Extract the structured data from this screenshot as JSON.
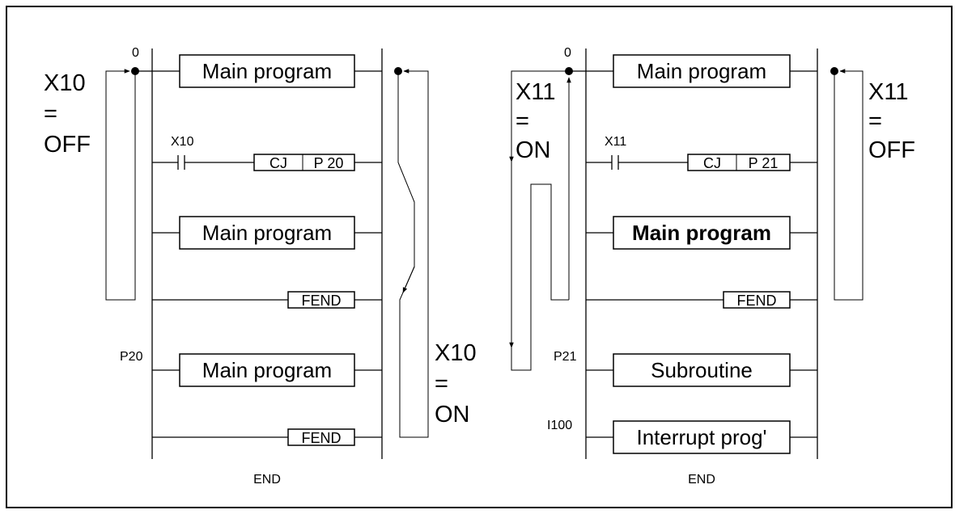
{
  "left": {
    "step_start": "0",
    "state_off": [
      "X10",
      "=",
      "OFF"
    ],
    "state_on": [
      "X10",
      "=",
      "ON"
    ],
    "contact": "X10",
    "cj_instr": "CJ",
    "cj_target": "P 20",
    "main_program": "Main program",
    "fend": "FEND",
    "pointer": "P20",
    "end": "END"
  },
  "right": {
    "step_start": "0",
    "state_on": [
      "X11",
      "=",
      "ON"
    ],
    "state_off": [
      "X11",
      "=",
      "OFF"
    ],
    "contact": "X11",
    "cj_instr": "CJ",
    "cj_target": "P 21",
    "main_program": "Main program",
    "fend": "FEND",
    "pointer": "P21",
    "subroutine": "Subroutine",
    "interrupt_pointer": "I100",
    "interrupt": "Interrupt prog'",
    "end": "END"
  }
}
